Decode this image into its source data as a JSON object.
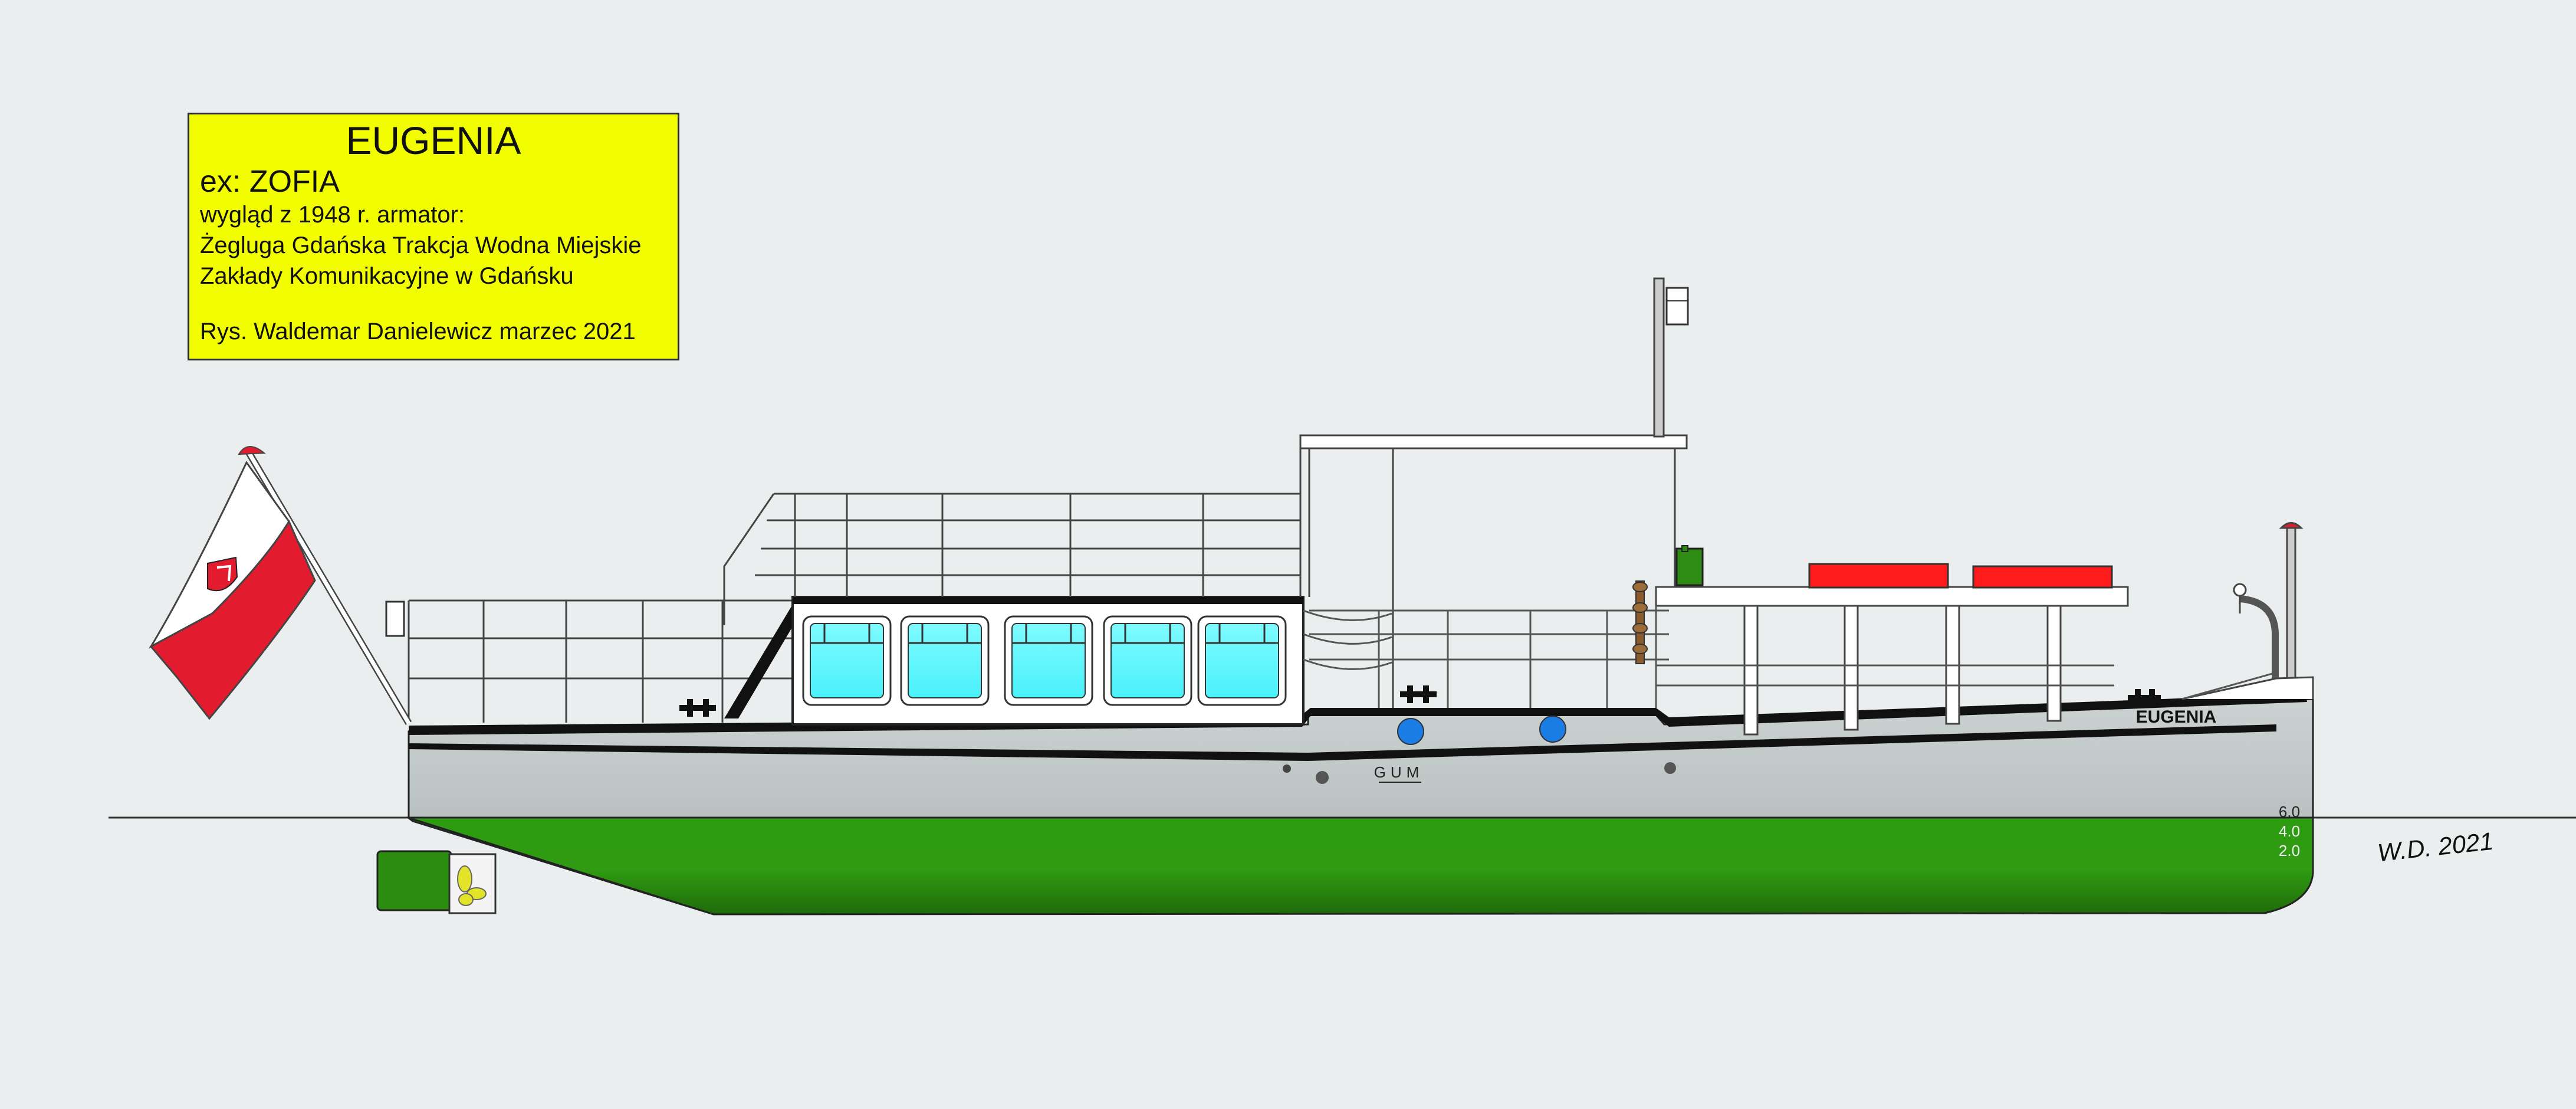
{
  "info_box": {
    "title": "EUGENIA",
    "ex_name": "ex: ZOFIA",
    "line1": "wygląd z 1948 r. armator:",
    "line2": "Żegluga Gdańska Trakcja Wodna Miejskie",
    "line3": "Zakłady Komunikacyjne w Gdańsku",
    "credit": "Rys. Waldemar Danielewicz marzec 2021"
  },
  "ship": {
    "bow_name": "EUGENIA",
    "hull_mark": "GUM",
    "draft_marks": [
      "6.0",
      "4.0",
      "2.0"
    ]
  },
  "signature": "W.D. 2021",
  "colors": {
    "background": "#ebeeee",
    "info_box": "#f2fd00",
    "hull_upper": "#c4cbcb",
    "hull_lower": "#2f9a12",
    "windows": "#5af7ff",
    "life_rafts": "#ff1b1b",
    "portholes": "#1a7de6",
    "flag_red": "#e21c2e",
    "flag_white": "#ffffff"
  }
}
